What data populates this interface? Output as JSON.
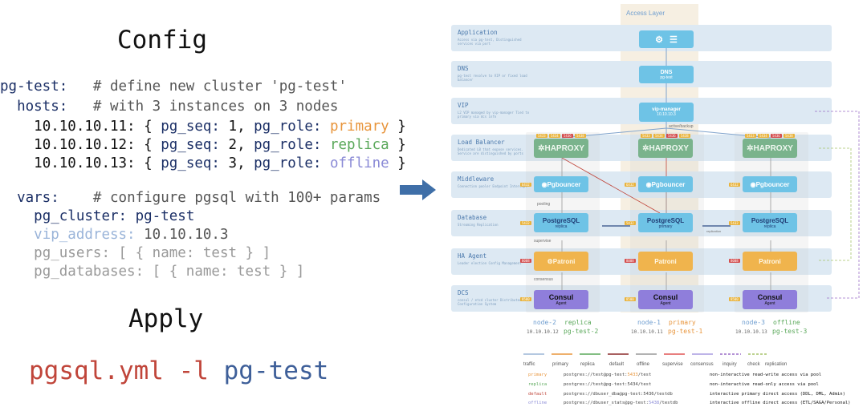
{
  "config": {
    "title": "Config",
    "cluster_key": "pg-test:",
    "cluster_comment": "# define new cluster 'pg-test'",
    "hosts_key": "hosts:",
    "hosts_comment": "# with 3 instances on 3 nodes",
    "hosts": [
      {
        "ip": "10.10.10.11:",
        "seq": "1",
        "role": "primary"
      },
      {
        "ip": "10.10.10.12:",
        "seq": "2",
        "role": "replica"
      },
      {
        "ip": "10.10.10.13:",
        "seq": "3",
        "role": "offline"
      }
    ],
    "vars_key": "vars:",
    "vars_comment": "# configure pgsql with 100+ params",
    "pg_cluster_key": "pg_cluster:",
    "pg_cluster_val": "pg-test",
    "vip_key": "vip_address:",
    "vip_val": "10.10.10.3",
    "pg_users_line": "pg_users: [ { name: test } ]",
    "pg_databases_line": "pg_databases: [ { name: test } ]"
  },
  "apply": {
    "title": "Apply",
    "cmd_main": "pgsql.yml -l ",
    "cmd_target": "pg-test"
  },
  "colors": {
    "primary": "#e8953c",
    "replica": "#5aa85a",
    "offline": "#8a8ad6",
    "dark": "#1b2f66"
  },
  "diagram": {
    "access_layer": "Access Layer",
    "layers": [
      {
        "title": "Application",
        "desc": "Access via pg-test, Distinguished services via port"
      },
      {
        "title": "DNS",
        "desc": "pg-test resolve to VIP or fixed load balancer"
      },
      {
        "title": "VIP",
        "desc": "L2 VIP managed by vip-manager Tied to primary via dcs info"
      },
      {
        "title": "Load Balancer",
        "desc": "Dedicated LB that expose services. Service are distinguished by ports"
      },
      {
        "title": "Middleware",
        "desc": "Connection pooler Endpoint Intercept"
      },
      {
        "title": "Database",
        "desc": "Streaming Replication"
      },
      {
        "title": "HA Agent",
        "desc": "Leader election Config Management"
      },
      {
        "title": "DCS",
        "desc": "consul / etcd cluster Distributed Configuration System"
      }
    ],
    "dns_label": "DNS",
    "dns_sub": "pg-test",
    "vip_label": "vip-manager",
    "vip_sub": "10.10.10.3",
    "active_backup": "active/backup",
    "pooling": "pooling",
    "supervise": "supervise",
    "consensus": "consensus",
    "replication": "replication",
    "haproxy": "HAPROXY",
    "pgbouncer": "Pgbouncer",
    "postgresql": "PostgreSQL",
    "patroni": "Patroni",
    "consul": "Consul",
    "consul_sub": "Agent",
    "nodes": [
      {
        "name": "node-2",
        "role": "replica",
        "role_color": "#5aa85a",
        "ip": "10.10.10.12",
        "ins": "pg-test-2",
        "pg_sub": "replica"
      },
      {
        "name": "node-1",
        "role": "primary",
        "role_color": "#e8953c",
        "ip": "10.10.10.11",
        "ins": "pg-test-1",
        "pg_sub": "primary"
      },
      {
        "name": "node-3",
        "role": "offline",
        "role_color": "#5aa85a",
        "ip": "10.10.10.13",
        "ins": "pg-test-3",
        "pg_sub": "replica"
      }
    ],
    "ports": {
      "hap_row": [
        "5433",
        "5434",
        "5436",
        "5438"
      ],
      "pgb": "6432",
      "pg": "5432",
      "patroni": "8008",
      "consul": "8500"
    },
    "legend": [
      "traffic",
      "primary",
      "replica",
      "default",
      "offline",
      "supervise",
      "consensus",
      "inquiry",
      "check",
      "replication"
    ],
    "connections": [
      {
        "role": "primary",
        "color": "#e8953c",
        "url_pre": "postgres://test@pg-test:",
        "port": "5433",
        "url_post": "/test",
        "port_color": "#e8953c",
        "desc": "non-interactive read-write access via pool"
      },
      {
        "role": "replica",
        "color": "#5aa85a",
        "url_pre": "postgres://test@pg-test:",
        "port": "5434",
        "url_post": "/test",
        "port_color": "#444444",
        "desc": "non-interactive read-only access via pool"
      },
      {
        "role": "default",
        "color": "#c0453a",
        "url_pre": "postgres://dbuser_dba@pg-test:",
        "port": "5436",
        "url_post": "/testdb",
        "port_color": "#444444",
        "desc": "interactive primary direct access (DDL, DML, Admin)"
      },
      {
        "role": "offline",
        "color": "#8a8ad6",
        "url_pre": "postgres://dbuser_stats@pg-test:",
        "port": "5438",
        "url_post": "/testdb",
        "port_color": "#8a8ad6",
        "desc": "interactive offline direct access (ETL/SAGA/Personal)"
      }
    ]
  }
}
